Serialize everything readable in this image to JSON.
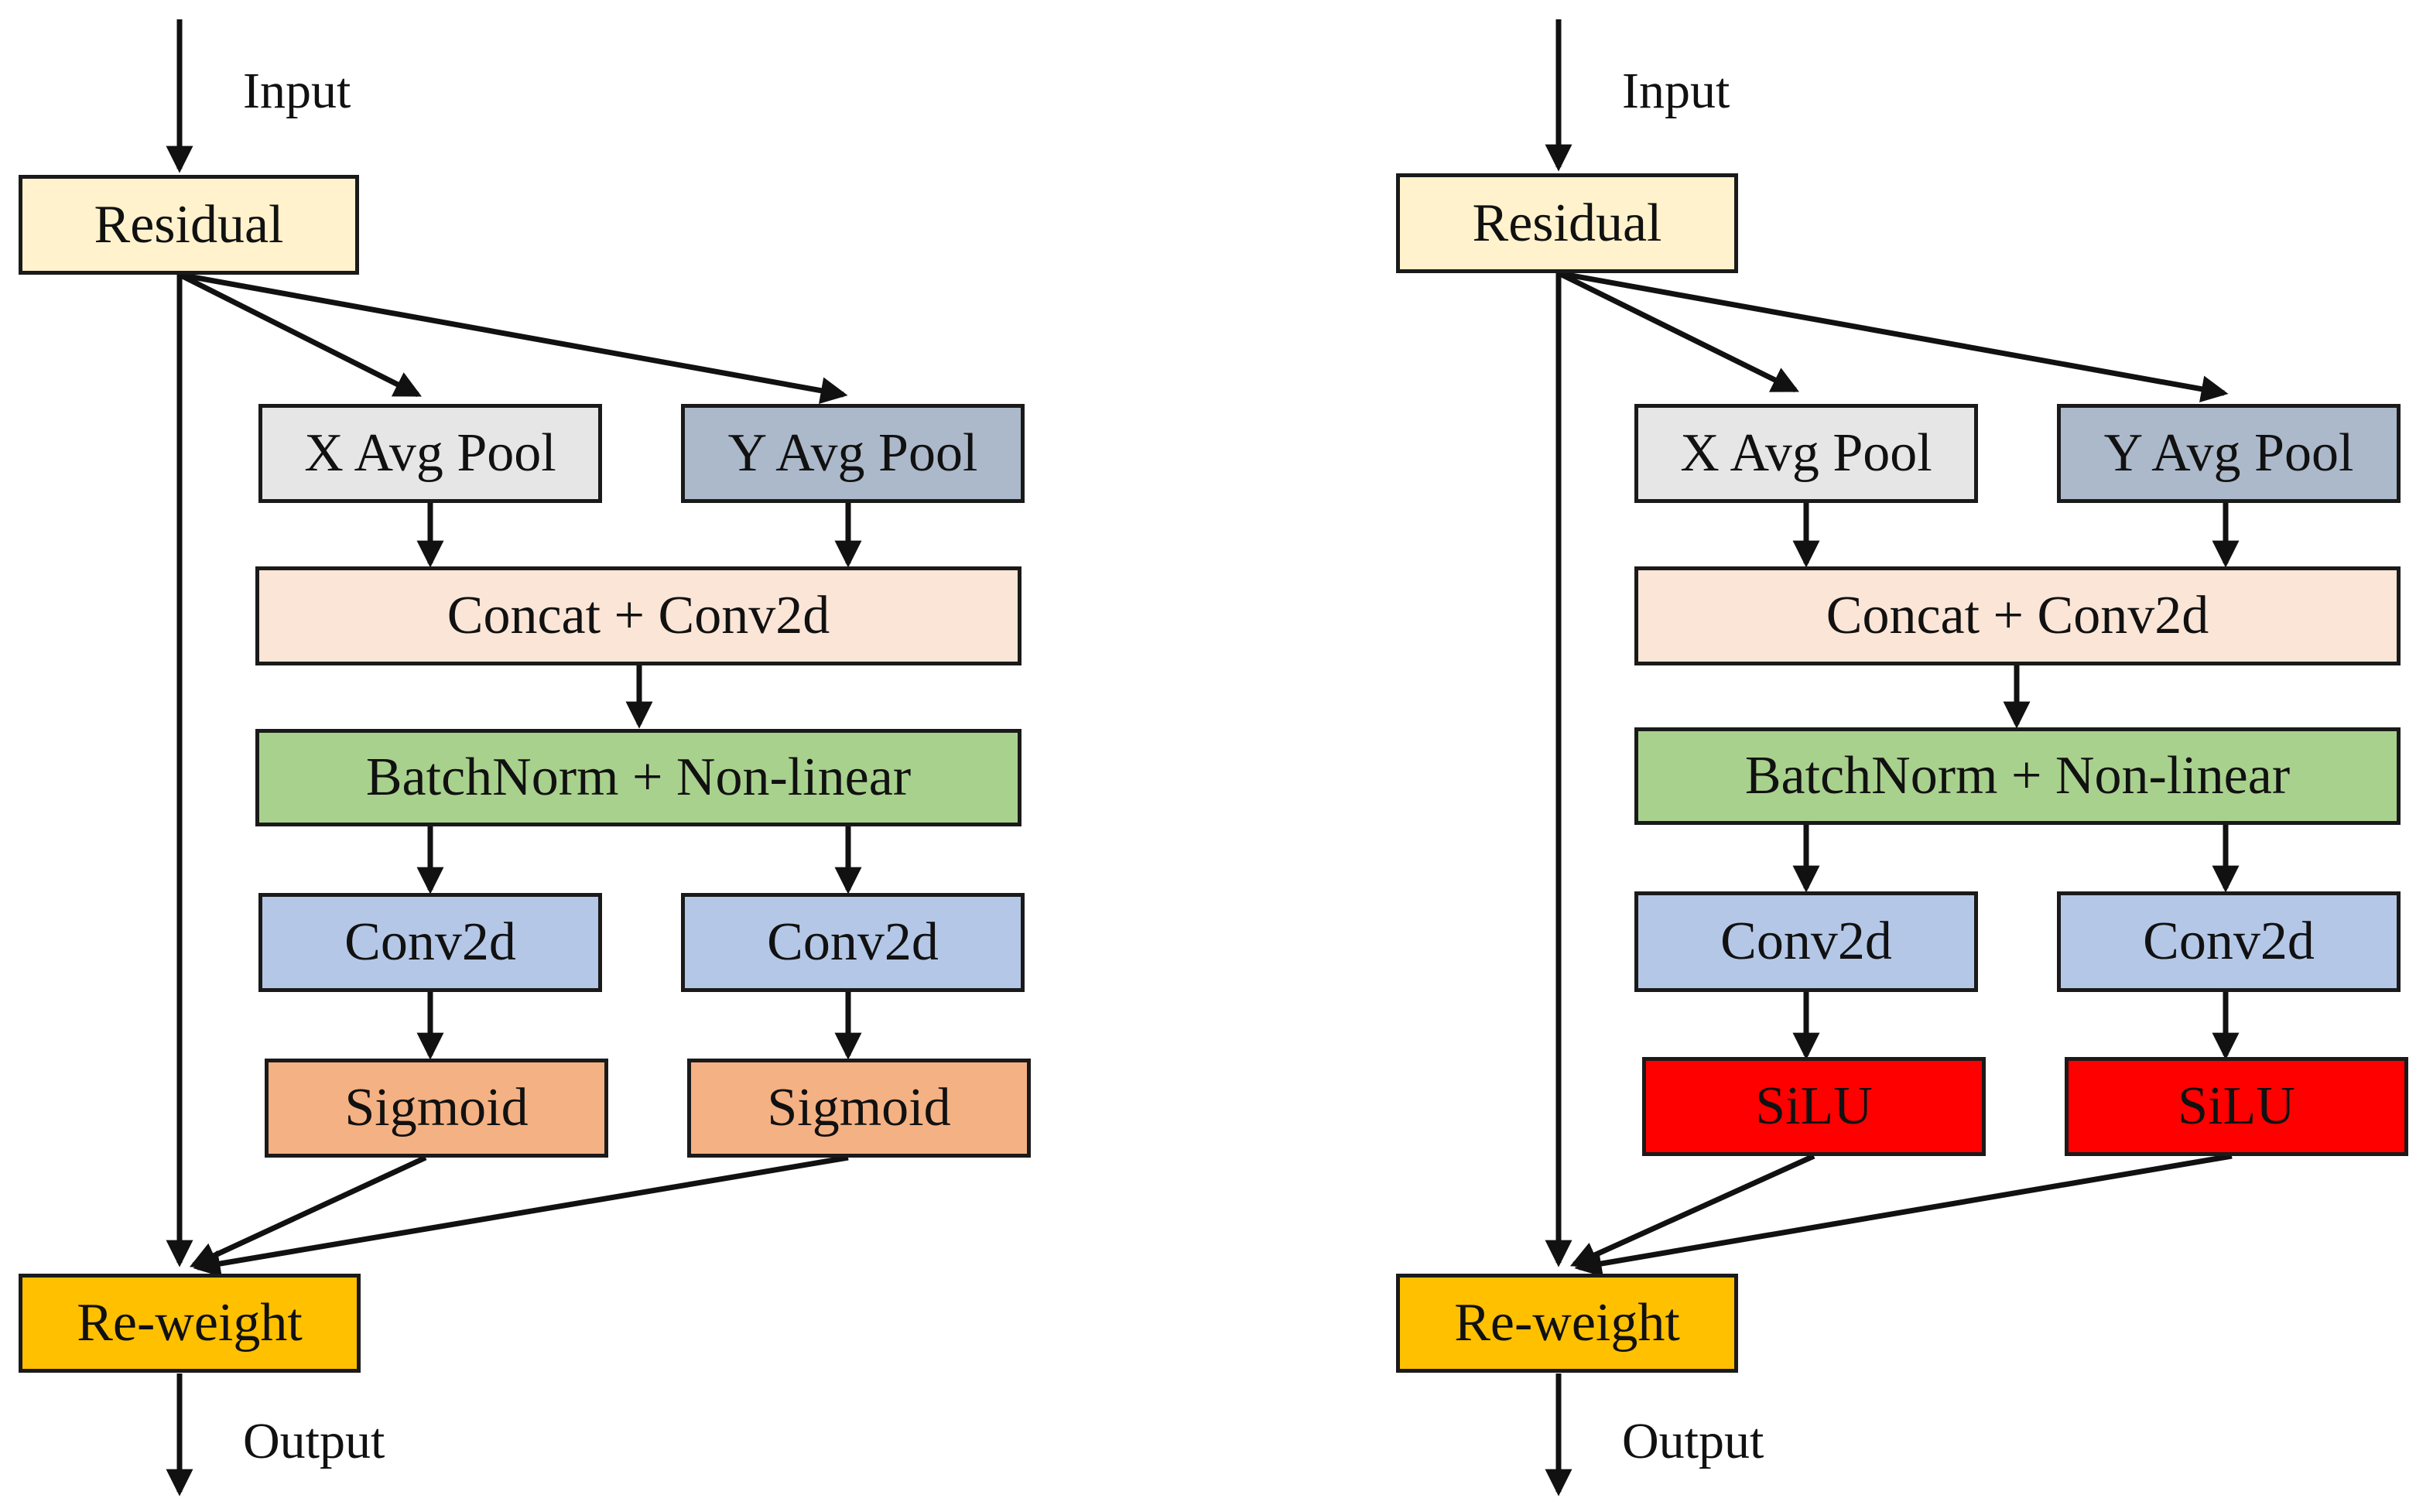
{
  "colors": {
    "residual": "#fff2cc",
    "x_pool": "#e7e6e6",
    "y_pool": "#acb9ca",
    "concat": "#fbe5d6",
    "batchnorm": "#a9d18e",
    "conv2d": "#b4c7e7",
    "sigmoid": "#f4b183",
    "silu": "#ff0000",
    "reweight": "#ffc000",
    "stroke": "#111111"
  },
  "diagrams": [
    {
      "input_label": "Input",
      "output_label": "Output",
      "residual": "Residual",
      "x_pool": "X Avg Pool",
      "y_pool": "Y Avg Pool",
      "concat": "Concat  + Conv2d",
      "batchnorm": "BatchNorm  + Non-linear",
      "conv_left": "Conv2d",
      "conv_right": "Conv2d",
      "act_left": "Sigmoid",
      "act_right": "Sigmoid",
      "reweight": "Re-weight"
    },
    {
      "input_label": "Input",
      "output_label": "Output",
      "residual": "Residual",
      "x_pool": "X Avg Pool",
      "y_pool": "Y Avg Pool",
      "concat": "Concat  + Conv2d",
      "batchnorm": "BatchNorm  + Non-linear",
      "conv_left": "Conv2d",
      "conv_right": "Conv2d",
      "act_left": "SiLU",
      "act_right": "SiLU",
      "reweight": "Re-weight"
    }
  ]
}
